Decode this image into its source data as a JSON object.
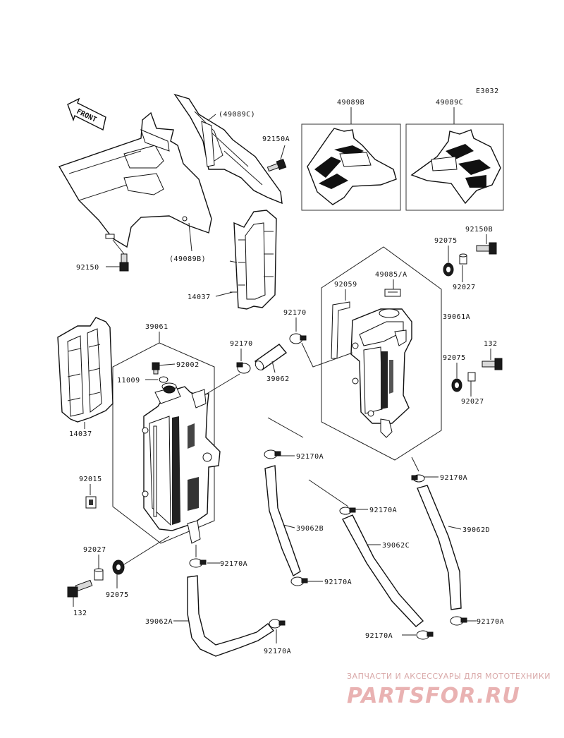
{
  "diagram_code": "E3032",
  "front_label": "FRONT",
  "labels": {
    "p49089C_top": "(49089C)",
    "p92150A_top": "92150A",
    "p49089B_box": "49089B",
    "p49089C_box": "49089C",
    "p49089B_paren": "(49089B)",
    "p92150": "92150",
    "p14037_right": "14037",
    "p92150B": "92150B",
    "p92075_top": "92075",
    "p49085A": "49085/A",
    "p92059": "92059",
    "p92027_top": "92027",
    "p92170_right": "92170",
    "p39061A": "39061A",
    "p39061": "39061",
    "p92170_mid": "92170",
    "p92002": "92002",
    "p11009": "11009",
    "p39062": "39062",
    "p132_right": "132",
    "p92075_right": "92075",
    "p92027_right": "92027",
    "p14037_left": "14037",
    "p92170A_1": "92170A",
    "p92170A_2": "92170A",
    "p92015": "92015",
    "p92170A_3": "92170A",
    "p39062B": "39062B",
    "p39062C": "39062C",
    "p39062D": "39062D",
    "p92027_left": "92027",
    "p92170A_4": "92170A",
    "p92075_left": "92075",
    "p92170A_5": "92170A",
    "p132_left": "132",
    "p39062A": "39062A",
    "p92170A_6": "92170A",
    "p92170A_7": "92170A",
    "p92170A_8": "92170A"
  },
  "watermark": {
    "tagline": "ЗАПЧАСТИ И АКСЕССУАРЫ ДЛЯ МОТОТЕХНИКИ",
    "brand": "PARTSFOR.RU"
  },
  "colors": {
    "line": "#111111",
    "watermark": "#e9b2b2"
  }
}
